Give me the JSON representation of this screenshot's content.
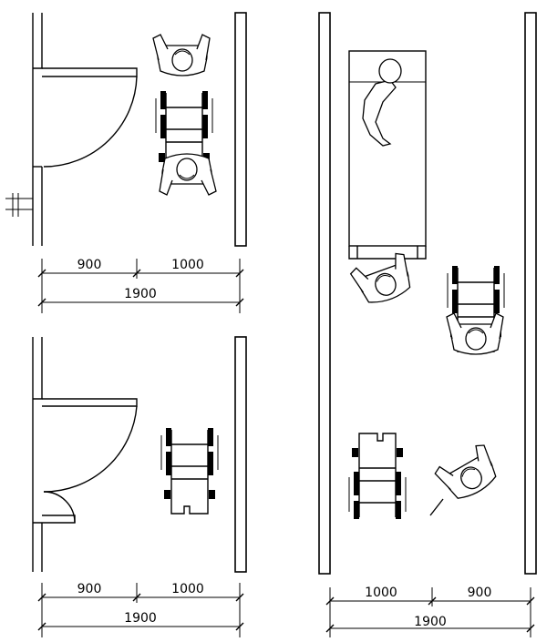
{
  "panels": {
    "top_left": {
      "dims": [
        "900",
        "1000",
        "1900"
      ]
    },
    "bottom_left": {
      "dims": [
        "900",
        "1000",
        "1900"
      ]
    },
    "right": {
      "dims": [
        "1000",
        "900",
        "1900"
      ]
    }
  }
}
